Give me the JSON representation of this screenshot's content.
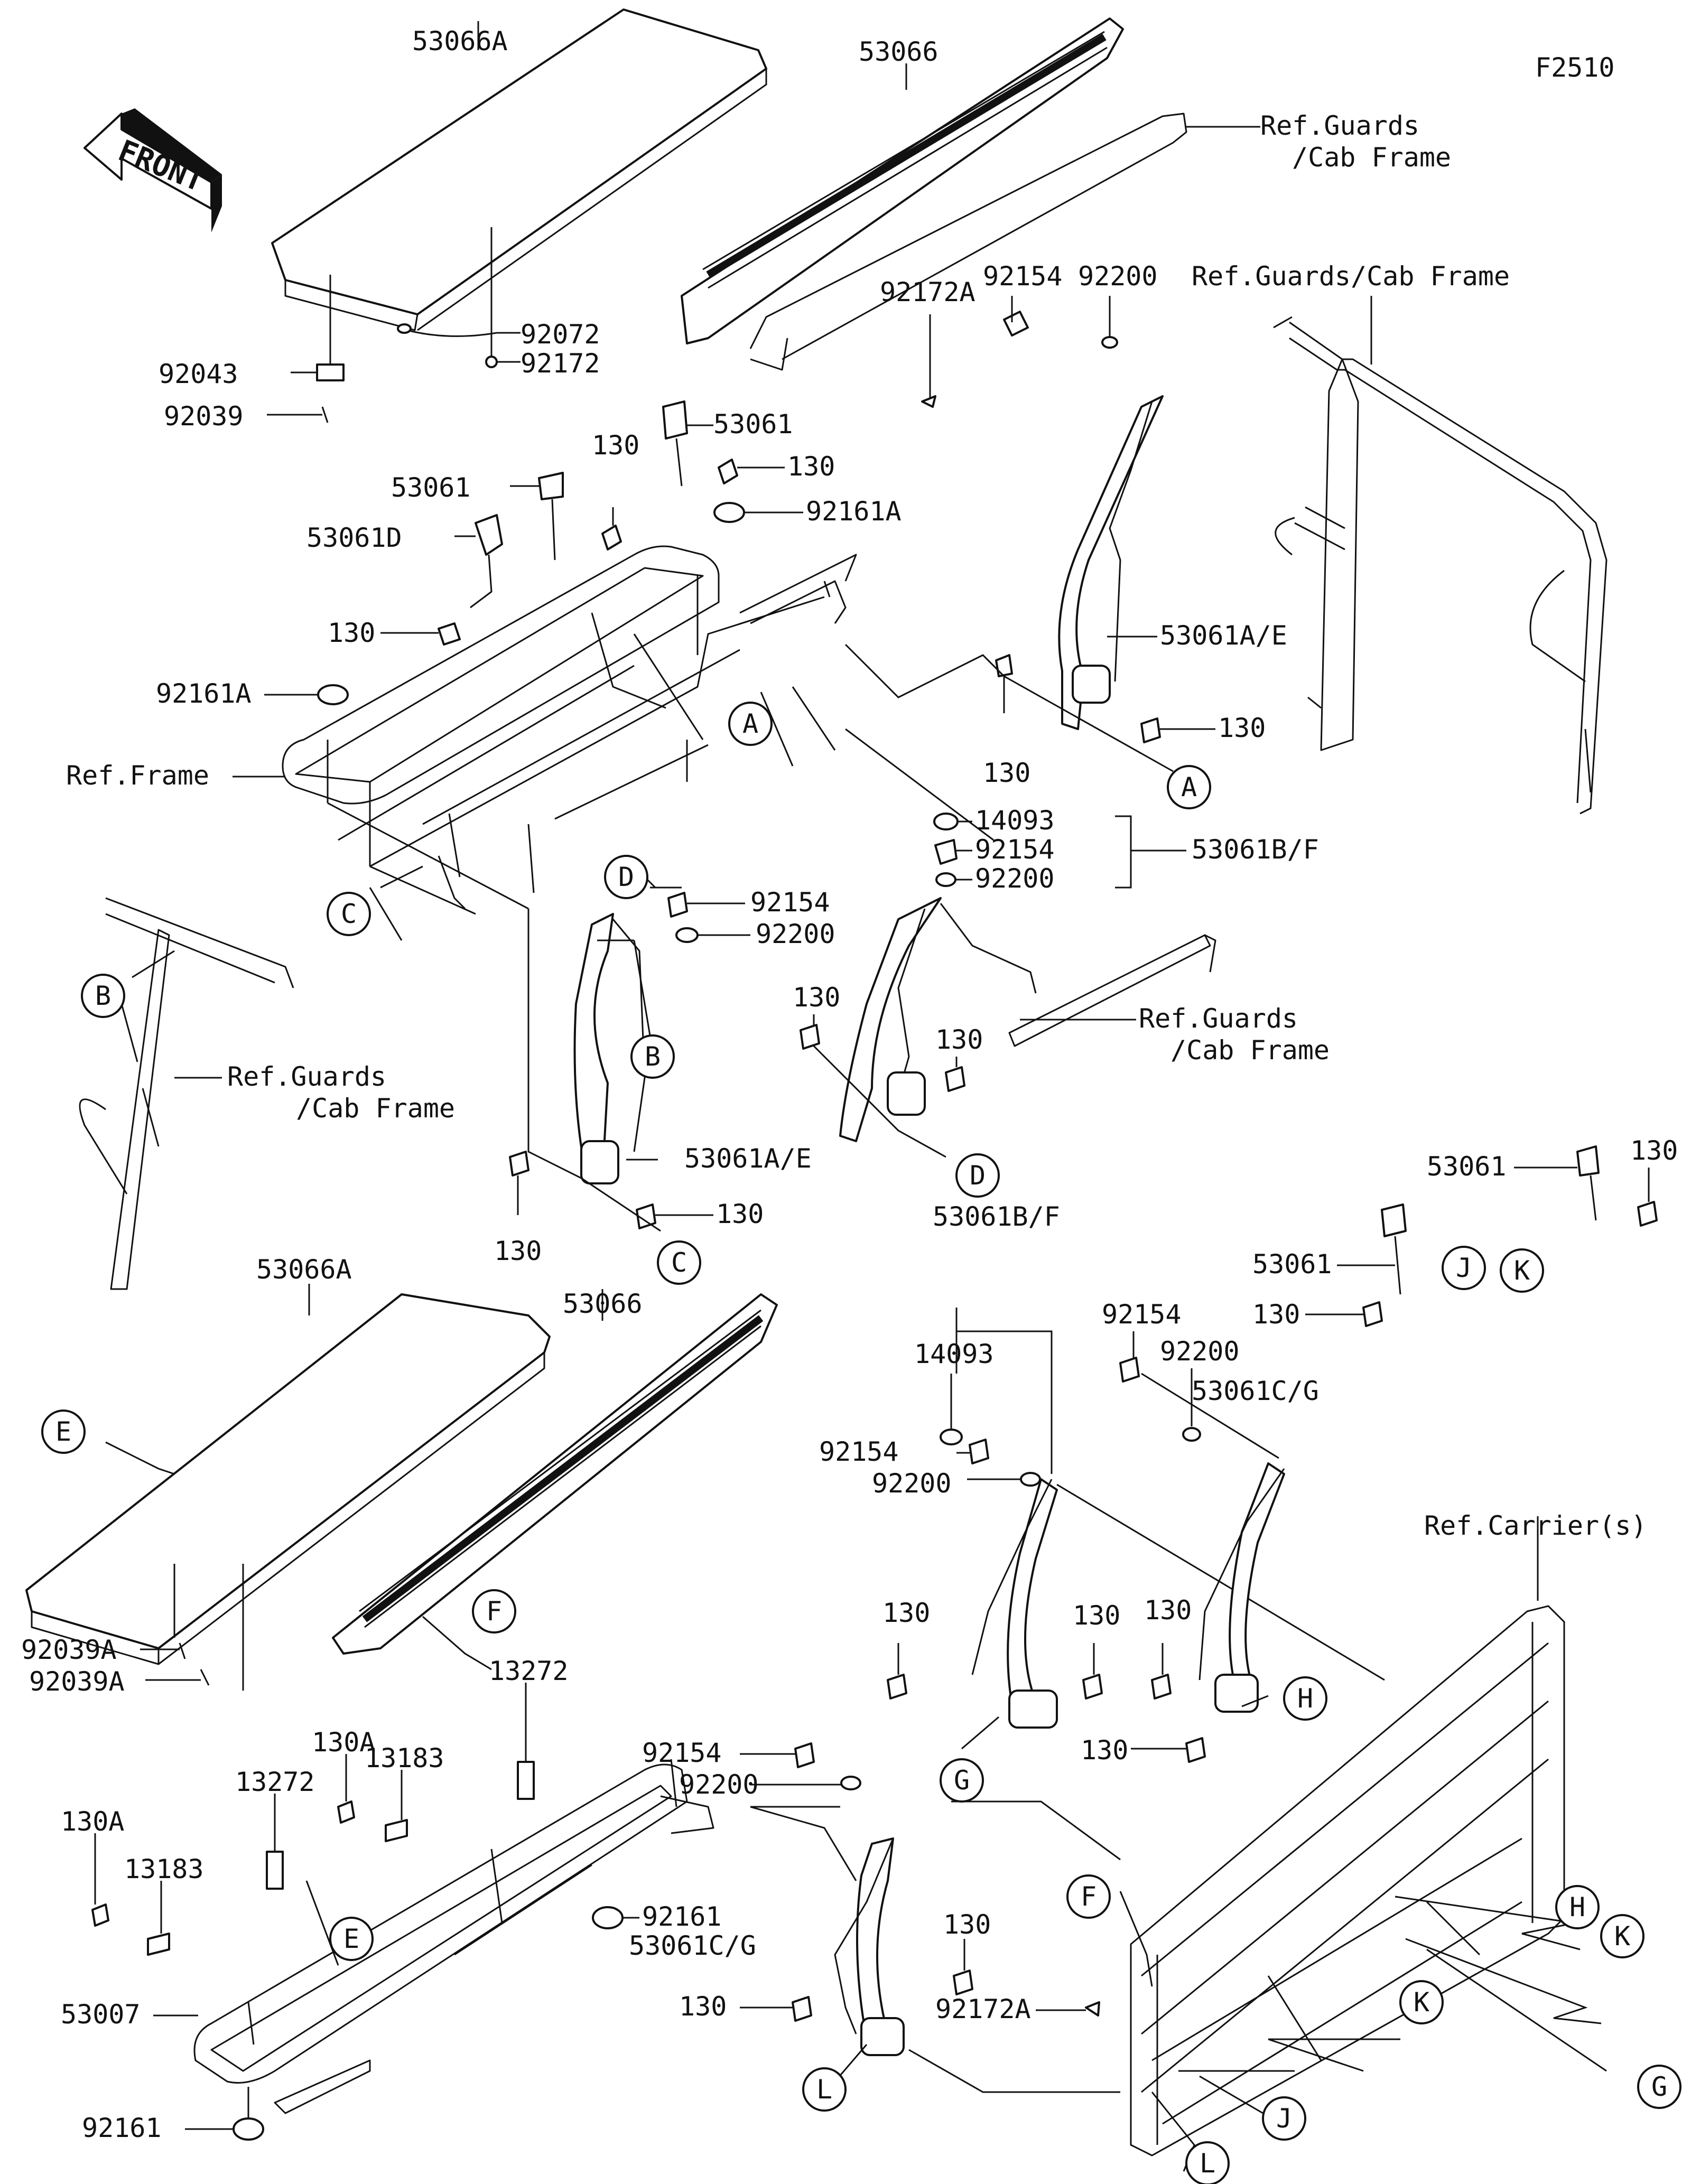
{
  "figure_code": "F2510",
  "front_label": "FRONT",
  "letters": [
    "A",
    "B",
    "C",
    "D",
    "E",
    "F",
    "G",
    "H",
    "J",
    "K",
    "L"
  ],
  "labels": {
    "p53066A_top": "53066A",
    "p53066_top": "53066",
    "ref_guards_cab_1a": "Ref.Guards",
    "ref_guards_cab_1b": "/Cab Frame",
    "ref_guards_cab_frame_2": "Ref.Guards/Cab Frame",
    "p92154_a": "92154",
    "p92200_a": "92200",
    "p92172A_a": "92172A",
    "p92043": "92043",
    "p92039": "92039",
    "p92072": "92072",
    "p92172": "92172",
    "p53061_a": "53061",
    "p130_a": "130",
    "p130_b": "130",
    "p53061_b": "53061",
    "p92161A_a": "92161A",
    "p53061D": "53061D",
    "p130_c": "130",
    "p92161A_b": "92161A",
    "p53061AE_a": "53061A/E",
    "p130_d": "130",
    "p130_e": "130",
    "ref_frame": "Ref.Frame",
    "p14093_a": "14093",
    "p92154_b": "92154",
    "p92200_b": "92200",
    "p53061BF_a": "53061B/F",
    "p92154_c": "92154",
    "p92200_c": "92200",
    "ref_guards_cab_3a": "Ref.Guards",
    "ref_guards_cab_3b": "/Cab Frame",
    "p130_f": "130",
    "p130_g": "130",
    "ref_guards_cab_4a": "Ref.Guards",
    "ref_guards_cab_4b": "/Cab Frame",
    "p53061AE_b": "53061A/E",
    "p130_h": "130",
    "p130_i": "130",
    "p130_j": "130",
    "p53061_c": "53061",
    "p53061BF_b": "53061B/F",
    "p53061_d": "53061",
    "p130_k": "130",
    "p92154_d": "92154",
    "p92200_d": "92200",
    "p53061CG_a": "53061C/G",
    "p14093_b": "14093",
    "p92154_e": "92154",
    "p92200_e": "92200",
    "p53066A_bot": "53066A",
    "p53066_bot": "53066",
    "ref_carriers": "Ref.Carrier(s)",
    "p130_l": "130",
    "p130_m": "130",
    "p130_n": "130",
    "p130_o": "130",
    "p92039A_a": "92039A",
    "p92039A_b": "92039A",
    "p13272_a": "13272",
    "p130A_a": "130A",
    "p13183_a": "13183",
    "p13272_b": "13272",
    "p92154_f": "92154",
    "p92200_f": "92200",
    "p130A_b": "130A",
    "p13183_b": "13183",
    "p130_p": "130",
    "p92161_a": "92161",
    "p53061CG_b": "53061C/G",
    "p130_q": "130",
    "p92172A_b": "92172A",
    "p53007": "53007",
    "p92161_b": "92161"
  }
}
